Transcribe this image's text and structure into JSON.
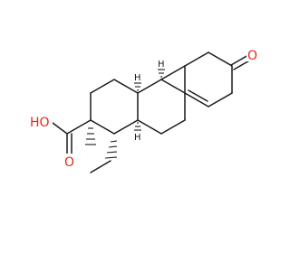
{
  "labels": {
    "ketone_oxygen": "O",
    "acid_oxygen": "O",
    "hydroxyl": "HO",
    "stereo_h1": "H",
    "stereo_h2": "H",
    "stereo_h3": "H"
  },
  "colors": {
    "bond": "#1a1a1a",
    "oxygen": "#e8261a",
    "background": "#ffffff"
  }
}
